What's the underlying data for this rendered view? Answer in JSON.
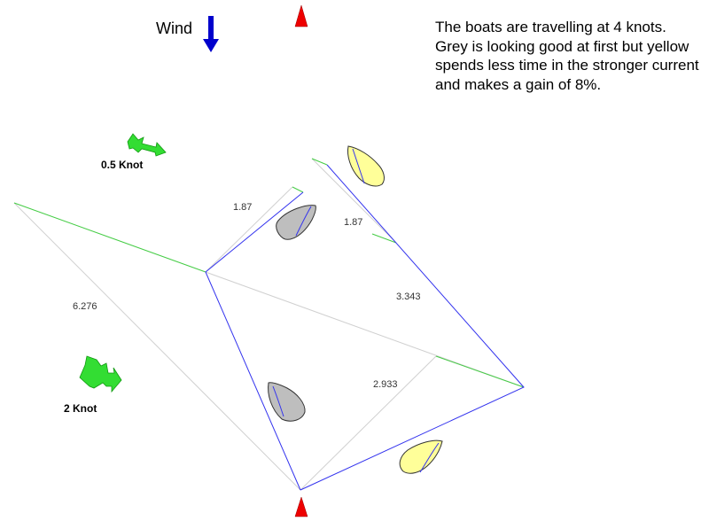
{
  "wind": {
    "label": "Wind"
  },
  "explanation": "The boats are travelling at 4 knots. Grey is looking good at first but yellow spends less time in the stronger current and makes a gain of 8%.",
  "currents": [
    {
      "label": "0.5 Knot"
    },
    {
      "label": "2 Knot"
    }
  ],
  "distances": [
    "1.87",
    "1.87",
    "6.276",
    "3.343",
    "2.933"
  ],
  "colors": {
    "grey_boat": "#bebebe",
    "yellow_boat": "#ffff99",
    "current_arrow": "#33dd33",
    "course_line": "#3333ee",
    "construction_line": "#d0d0d0",
    "current_line": "#44cc44",
    "mark": "#ee0000",
    "wind_arrow": "#0000cc"
  }
}
